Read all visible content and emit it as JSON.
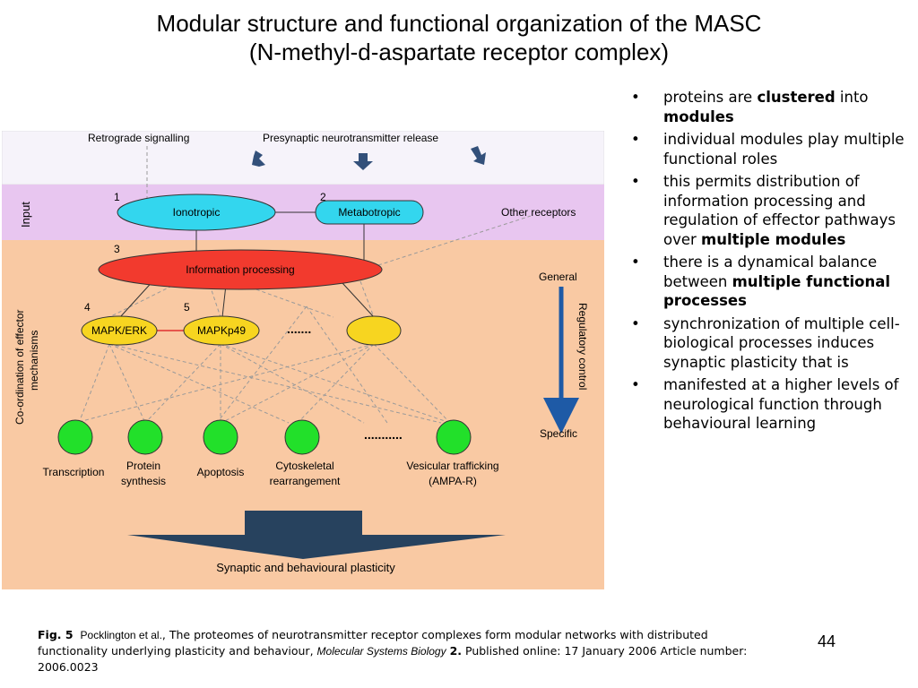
{
  "title": {
    "line1": "Modular structure and functional organization of the MASC",
    "line2": "(N-methyl-d-aspartate receptor complex)"
  },
  "figure": {
    "top_labels": {
      "retrograde": "Retrograde signalling",
      "presynaptic": "Presynaptic neurotransmitter release"
    },
    "band_labels": {
      "input": "Input",
      "coordination_line1": "Co-ordination of effector",
      "coordination_line2": "mechanisms"
    },
    "module_numbers": [
      "1",
      "2",
      "3",
      "4",
      "5"
    ],
    "nodes": {
      "ionotropic": "Ionotropic",
      "metabotropic": "Metabotropic",
      "other_receptors": "Other receptors",
      "information_processing": "Information processing",
      "mapk_erk": "MAPK/ERK",
      "mapkp49": "MAPKp49",
      "ellipsis": "......."
    },
    "outputs": {
      "transcription": "Transcription",
      "protein_l1": "Protein",
      "protein_l2": "synthesis",
      "apoptosis": "Apoptosis",
      "cyto_l1": "Cytoskeletal",
      "cyto_l2": "rearrangement",
      "ellipsis": "...........",
      "vesicular_l1": "Vesicular trafficking",
      "vesicular_l2": "(AMPA-R)"
    },
    "regulatory": {
      "general": "General",
      "label": "Regulatory control",
      "specific": "Specific"
    },
    "plasticity": "Synaptic and behavioural plasticity",
    "colors": {
      "top_band": "#f6f3fa",
      "input_band": "#e8c6f0",
      "lower_band": "#f9c9a3",
      "receptor_fill": "#33d6ee",
      "info_fill": "#f23a2e",
      "mapk_fill": "#f7d520",
      "output_fill": "#22e02a",
      "arrow_dark": "#27425e",
      "reg_arrow": "#1e5aa6"
    }
  },
  "bullets": [
    {
      "pre": "proteins are ",
      "bold1": "clustered",
      "mid": " into ",
      "bold2": "modules",
      "post": ""
    },
    {
      "pre": "individual modules play multiple functional roles"
    },
    {
      "pre": "this permits distribution of information processing and regulation of effector pathways over ",
      "bold1": "multiple modules"
    },
    {
      "pre": "there is a dynamical balance between ",
      "bold1": "multiple functional processes"
    },
    {
      "pre": "synchronization of multiple cell-biological processes induces synaptic plasticity that is"
    },
    {
      "pre": "manifested at a higher levels of neurological function through behavioural learning"
    }
  ],
  "caption": {
    "fig_label": "Fig. 5",
    "authors": "Pocklington et al.",
    "text1": ", The proteomes of neurotransmitter receptor complexes form modular networks with distributed functionality underlying plasticity and behaviour, ",
    "journal": "Molecular Systems Biology",
    "volume": "2.",
    "text2": " Published online: 17 January 2006 Article number: 2006.0023"
  },
  "page_number": "44"
}
